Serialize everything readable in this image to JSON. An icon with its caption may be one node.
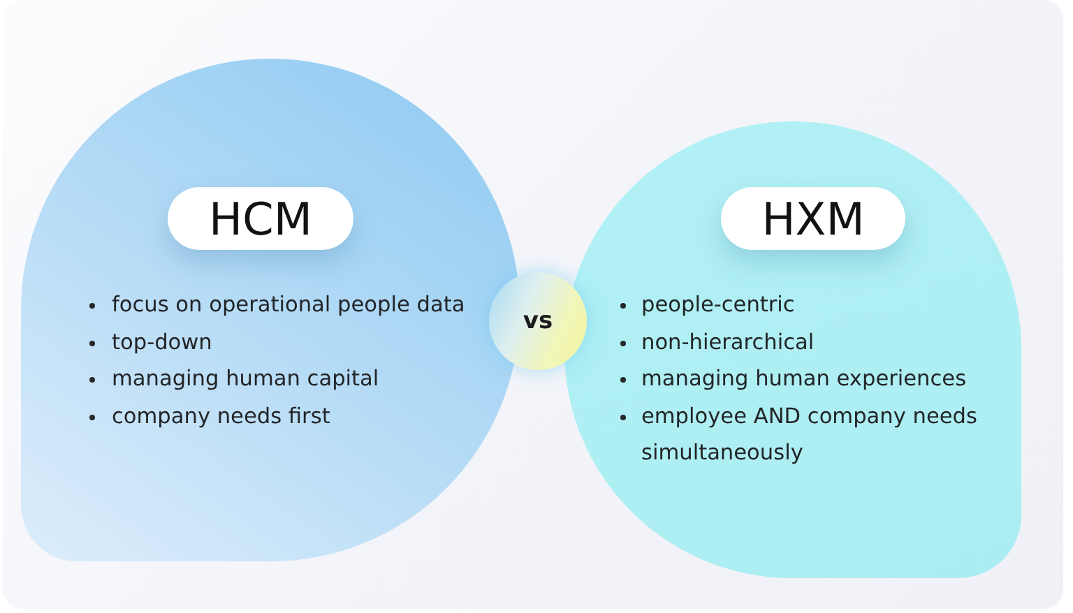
{
  "diagram": {
    "nodes": [
      {
        "text": [
          "focus on operational people data",
          "top-down",
          "managing human capital",
          "company needs first"
        ]
      },
      {
        "text": [
          "HCM"
        ],
        "in": 0
      },
      {
        "text": [
          "vs"
        ]
      },
      {
        "text": [
          "people-centric",
          "non-hierarchical",
          "managing human experiences",
          "employee AND company needs simultaneously"
        ]
      },
      {
        "text": [
          "HXM"
        ],
        "in": 3
      }
    ]
  }
}
